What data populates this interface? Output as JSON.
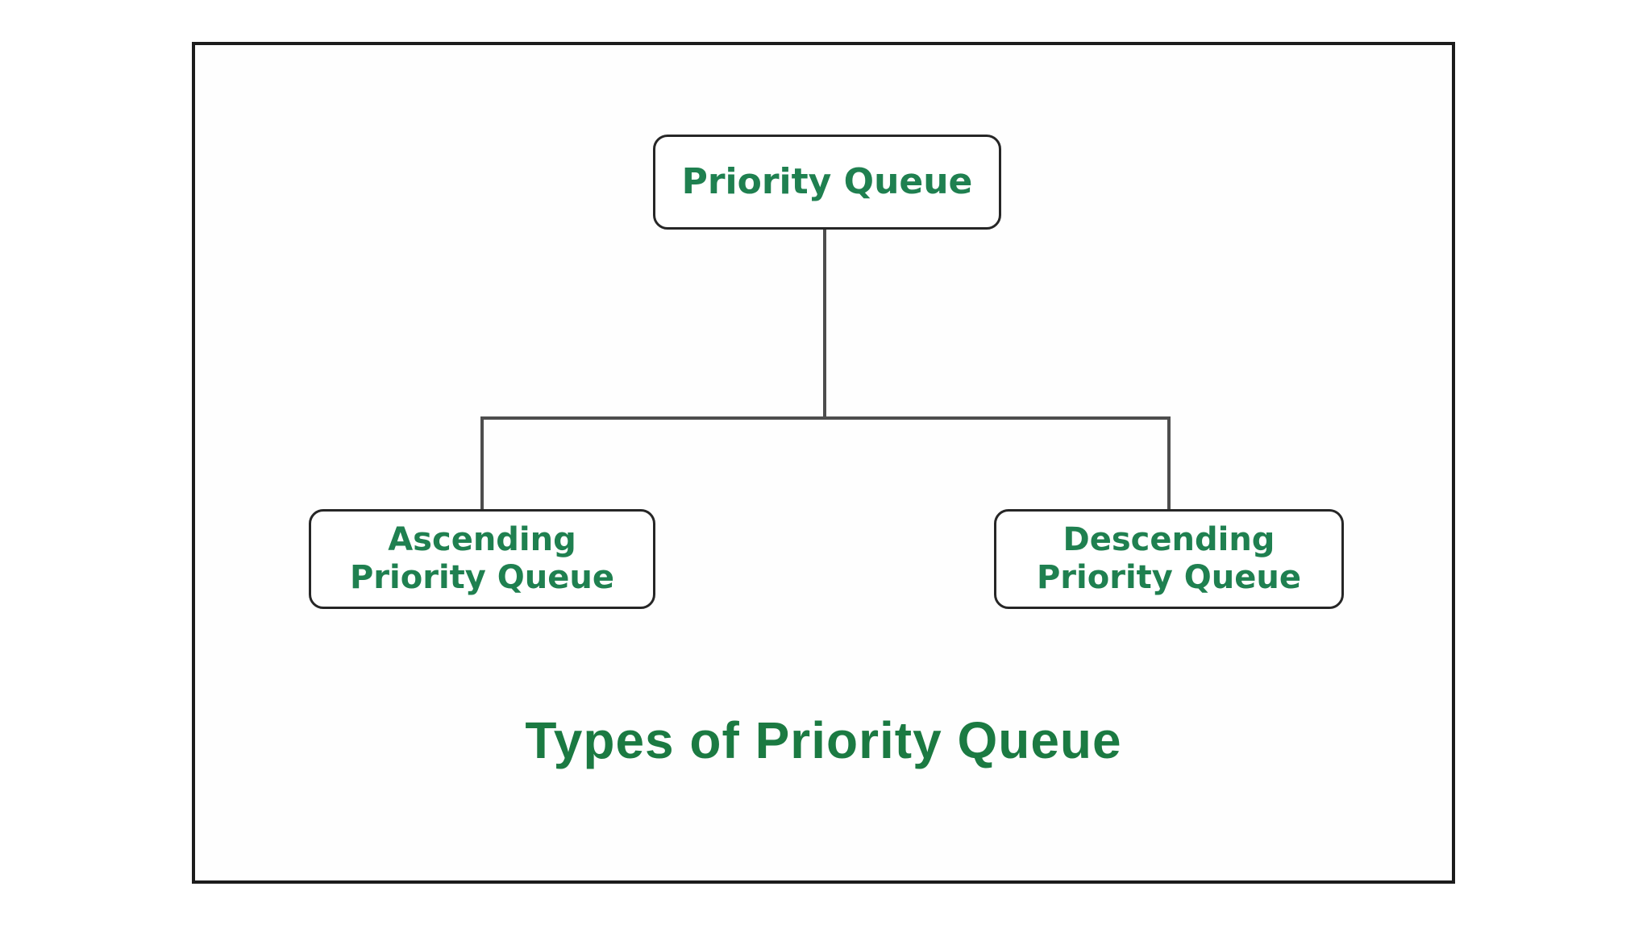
{
  "diagram": {
    "caption": "Types of Priority Queue",
    "nodes": {
      "root": {
        "label": "Priority Queue"
      },
      "left": {
        "label": "Ascending\nPriority Queue"
      },
      "right": {
        "label": "Descending\nPriority Queue"
      }
    },
    "colors": {
      "node_text": "#1f8050",
      "caption_text": "#1b7a42",
      "node_border": "#262626",
      "connector_line": "#4d4d4d",
      "frame_border": "#1c1c1c",
      "background": "#ffffff"
    }
  }
}
